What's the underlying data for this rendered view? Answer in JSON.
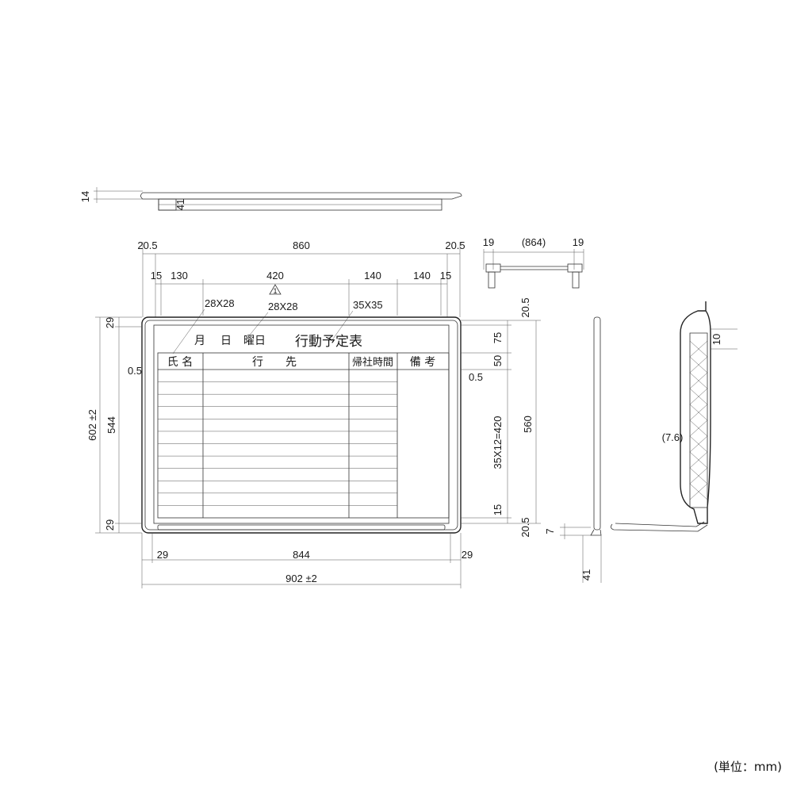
{
  "top_view": {
    "thickness": "14",
    "depth": "41"
  },
  "front": {
    "width_dims": {
      "left_margin": "20.5",
      "total_inner": "860",
      "right_margin": "20.5"
    },
    "column_dims": {
      "a": "15",
      "b": "130",
      "c": "420",
      "d": "140",
      "e": "140",
      "f": "15"
    },
    "magnet_labels": {
      "m1": "28X28",
      "m2": "28X28",
      "m3": "35X35"
    },
    "revision_mark": "1",
    "left_dims": {
      "frame_top": "29",
      "gap": "0.5",
      "inner_height": "544",
      "total_height": "602 ±2",
      "frame_bottom": "29"
    },
    "right_dims": {
      "top": "20.5",
      "header": "75",
      "col_header": "50",
      "gap": "0.5",
      "rows": "35X12=420",
      "total": "560",
      "bottom_margin": "15",
      "bottom": "20.5"
    },
    "bottom_dims": {
      "frame_left": "29",
      "inner_width": "844",
      "frame_right": "29",
      "total_width": "902 ±2"
    },
    "board": {
      "title_fields": {
        "month": "月",
        "day": "日",
        "weekday": "曜日",
        "title": "行動予定表"
      },
      "columns": [
        "氏 名",
        "行　　先",
        "帰社時間",
        "備 考"
      ],
      "row_count": 12
    }
  },
  "side_top_view": {
    "left": "19",
    "mid": "(864)",
    "right": "19"
  },
  "section_view": {
    "depth": "10",
    "core": "(7.6)",
    "tray_h": "7",
    "tray_w": "41"
  },
  "unit_note": "(単位：mm)"
}
